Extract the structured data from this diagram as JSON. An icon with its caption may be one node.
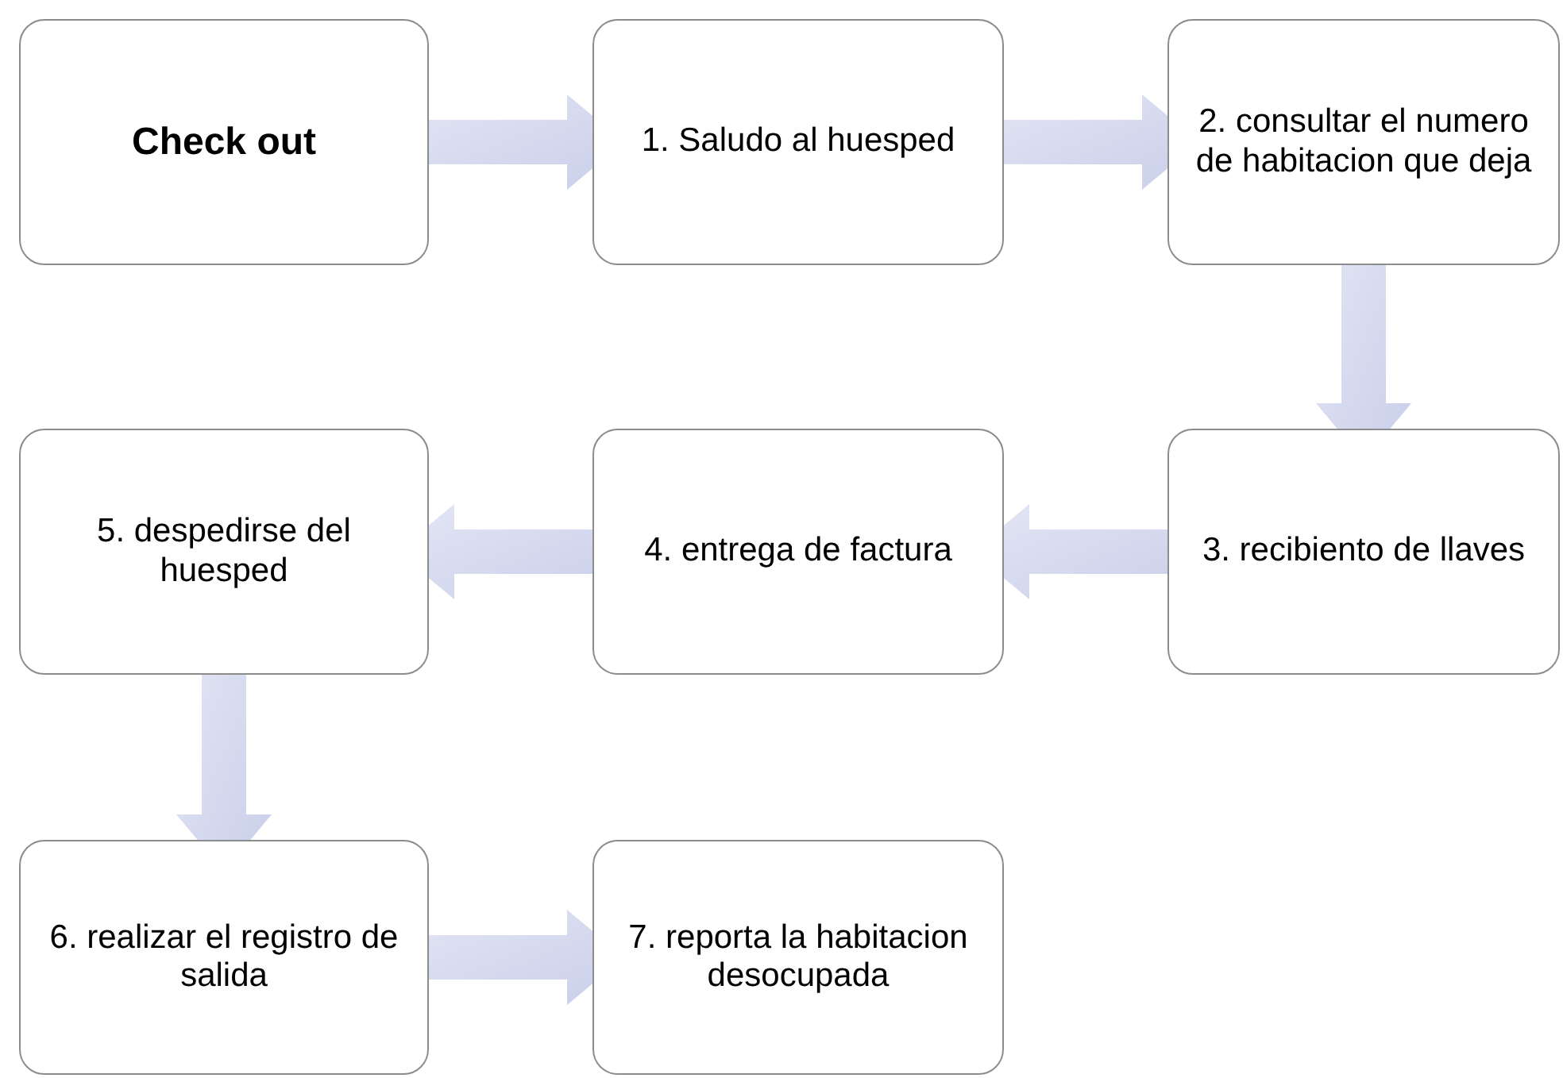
{
  "diagram": {
    "nodes": [
      {
        "text": [
          "Check out"
        ]
      },
      {
        "text": [
          "1. Saludo al huesped"
        ]
      },
      {
        "text": [
          "2. consultar el numero de habitacion que deja"
        ]
      },
      {
        "text": [
          "3. recibiento de llaves"
        ]
      },
      {
        "text": [
          "4. entrega de factura"
        ]
      },
      {
        "text": [
          "5. despedirse del huesped"
        ]
      },
      {
        "text": [
          "6. realizar el registro de salida"
        ]
      },
      {
        "text": [
          "7. reporta la habitacion desocupada"
        ]
      }
    ],
    "edges": [
      {
        "from": 0,
        "to": 1,
        "arrow": "to"
      },
      {
        "from": 1,
        "to": 2,
        "arrow": "to"
      },
      {
        "from": 2,
        "to": 3,
        "arrow": "to"
      },
      {
        "from": 3,
        "to": 4,
        "arrow": "to"
      },
      {
        "from": 4,
        "to": 5,
        "arrow": "to"
      },
      {
        "from": 5,
        "to": 6,
        "arrow": "to"
      },
      {
        "from": 6,
        "to": 7,
        "arrow": "to"
      }
    ]
  }
}
